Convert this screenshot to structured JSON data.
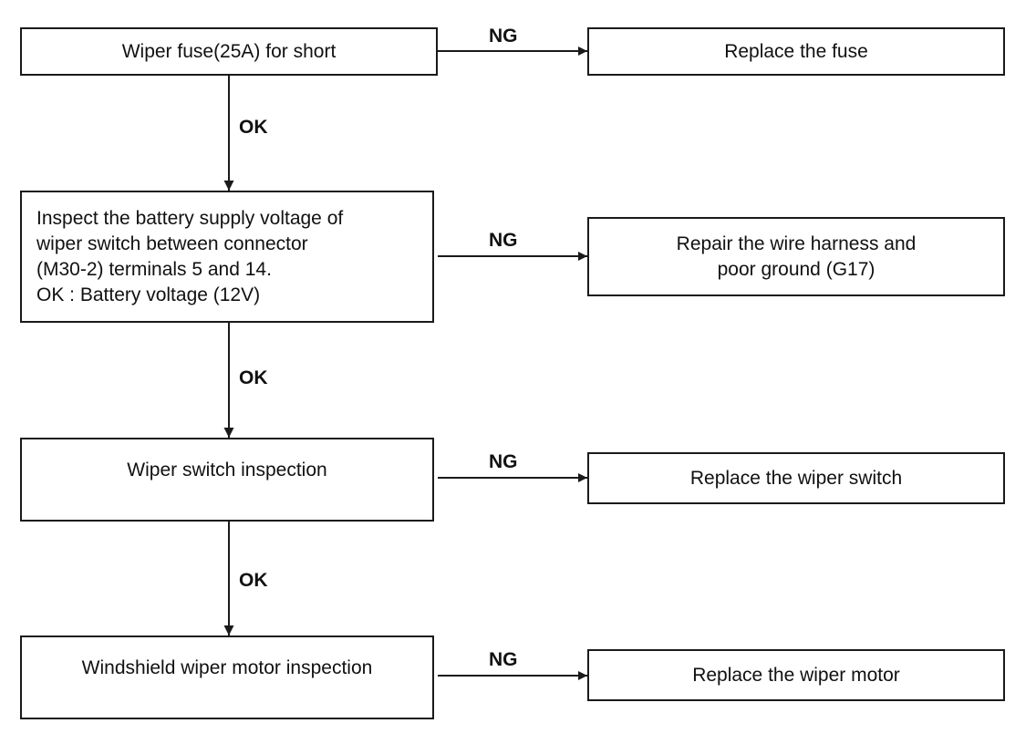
{
  "steps": [
    {
      "text_lines": [
        "Wiper fuse(25A) for short"
      ],
      "fail_text_lines": [
        "Replace the fuse"
      ],
      "ng_label": "NG",
      "ok_label": "OK"
    },
    {
      "text_lines": [
        "Inspect the battery supply voltage of",
        "wiper switch between connector",
        "(M30-2) terminals 5 and 14.",
        "OK : Battery voltage (12V)"
      ],
      "fail_text_lines": [
        "Repair the wire harness and",
        "poor ground (G17)"
      ],
      "ng_label": "NG",
      "ok_label": "OK"
    },
    {
      "text_lines": [
        "Wiper switch inspection"
      ],
      "fail_text_lines": [
        "Replace the wiper switch"
      ],
      "ng_label": "NG",
      "ok_label": "OK"
    },
    {
      "text_lines": [
        "Windshield wiper motor inspection"
      ],
      "fail_text_lines": [
        "Replace the wiper motor"
      ],
      "ng_label": "NG"
    }
  ]
}
